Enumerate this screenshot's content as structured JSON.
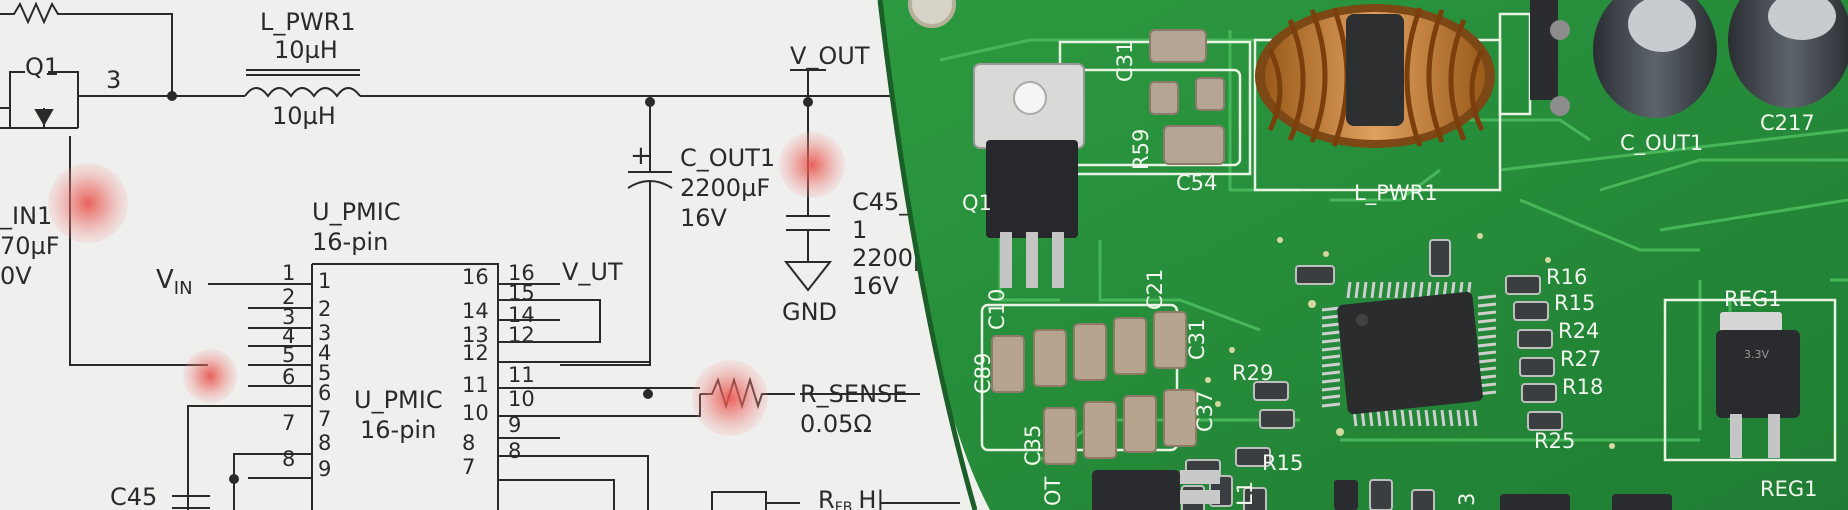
{
  "schematic": {
    "q1": "Q1",
    "net3": "3",
    "l_pwr1": "L_PWR1",
    "l_val_top": "10µH",
    "l_val_bot": "10µH",
    "v_out": "V_OUT",
    "c_out1": "C_OUT1",
    "c_out1_val": "2200µF",
    "c_out1_v": "16V",
    "c45_name": "C45_",
    "c45_1": "1",
    "c45_val": "2200µ",
    "c45_v": "16V",
    "gnd": "GND",
    "cin_name": "_IN1",
    "cin_val": "70µF",
    "cin_v": "0V",
    "u_pmic_top": "U_PMIC",
    "pin16_top": "16-pin",
    "u_pmic_mid": "U_PMIC",
    "pin16_mid": "16-pin",
    "vin": "V",
    "vin_sub": "IN",
    "v_ut": "V_UT",
    "r_sense": "R_SENSE",
    "r_sense_val": "0.05Ω",
    "c45_bottom": "C45",
    "r_bottom": "R",
    "r_bottom_sub": "FB",
    "r_bottom_tail": "H|",
    "left_outer_pins": [
      "1",
      "2",
      "3",
      "4",
      "5",
      "6",
      "7",
      "8"
    ],
    "left_inner_pins": [
      "1",
      "2",
      "3",
      "4",
      "5",
      "6",
      "7",
      "8",
      "9"
    ],
    "right_outer_pins": [
      "16",
      "14",
      "13",
      "12",
      "11",
      "10",
      "8",
      "7"
    ],
    "right_inner_pins": [
      "16",
      "15",
      "14",
      "12",
      "11",
      "10",
      "9",
      "8"
    ]
  },
  "pcb": {
    "q1": "Q1",
    "c31_top": "C31",
    "r59": "R59",
    "c54": "C54",
    "l_pwr1": "L_PWR1",
    "c_out1": "C_OUT1",
    "c217": "C217",
    "c10": "C10",
    "c21": "C21",
    "c89": "C89",
    "c31_mid": "C31",
    "c37": "C37",
    "c35": "C35",
    "r29": "R29",
    "r15_low": "R15",
    "r16": "R16",
    "r15": "R15",
    "r24": "R24",
    "r27": "R27",
    "r18": "R18",
    "r25": "R25",
    "reg1_top": "REG1",
    "reg1_bot": "REG1",
    "reg_mark": "3.3V",
    "l1": "L1",
    "b3": "3",
    "q_bottom": "OT"
  }
}
